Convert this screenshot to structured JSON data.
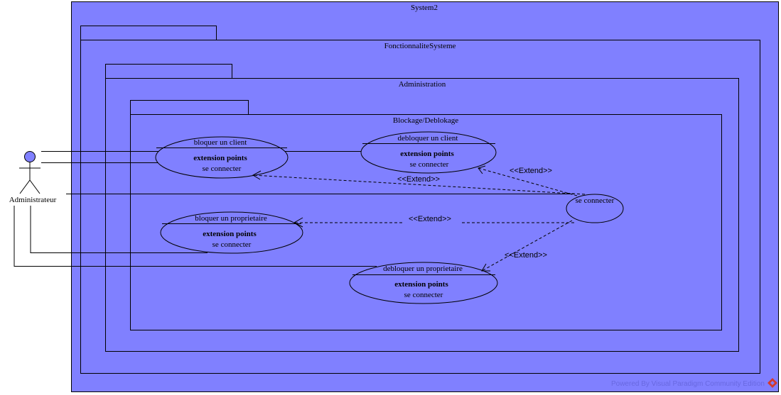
{
  "diagram": {
    "system_title": "System2",
    "packages": {
      "functionality": "FonctionnaliteSysteme",
      "administration": "Administration",
      "blocking": "Blockage/Deblokage"
    },
    "actor": {
      "name": "Administrateur"
    },
    "use_cases": {
      "bloquer_client": {
        "name": "bloquer un client",
        "ext_header": "extension points",
        "ext_point": "se connecter"
      },
      "debloquer_client": {
        "name": "debloquer un client",
        "ext_header": "extension points",
        "ext_point": "se connecter"
      },
      "bloquer_proprietaire": {
        "name": "bloquer un proprietaire",
        "ext_header": "extension points",
        "ext_point": "se connecter"
      },
      "debloquer_proprietaire": {
        "name": "debloquer un proprietaire",
        "ext_header": "extension points",
        "ext_point": "se connecter"
      },
      "se_connecter": {
        "name": "se connecter"
      }
    },
    "extend_labels": {
      "to_bloquer_client": "<<Extend>>",
      "to_debloquer_client": "<<Extend>>",
      "to_bloquer_proprietaire": "<<Extend>>",
      "to_debloquer_proprietaire": "<<Extend>>"
    },
    "watermark": "Powered By  Visual Paradigm Community Edition",
    "colors": {
      "background": "#8080ff",
      "line": "#000000",
      "actor_head": "#8080ff",
      "logo": "#d43a2b"
    }
  }
}
